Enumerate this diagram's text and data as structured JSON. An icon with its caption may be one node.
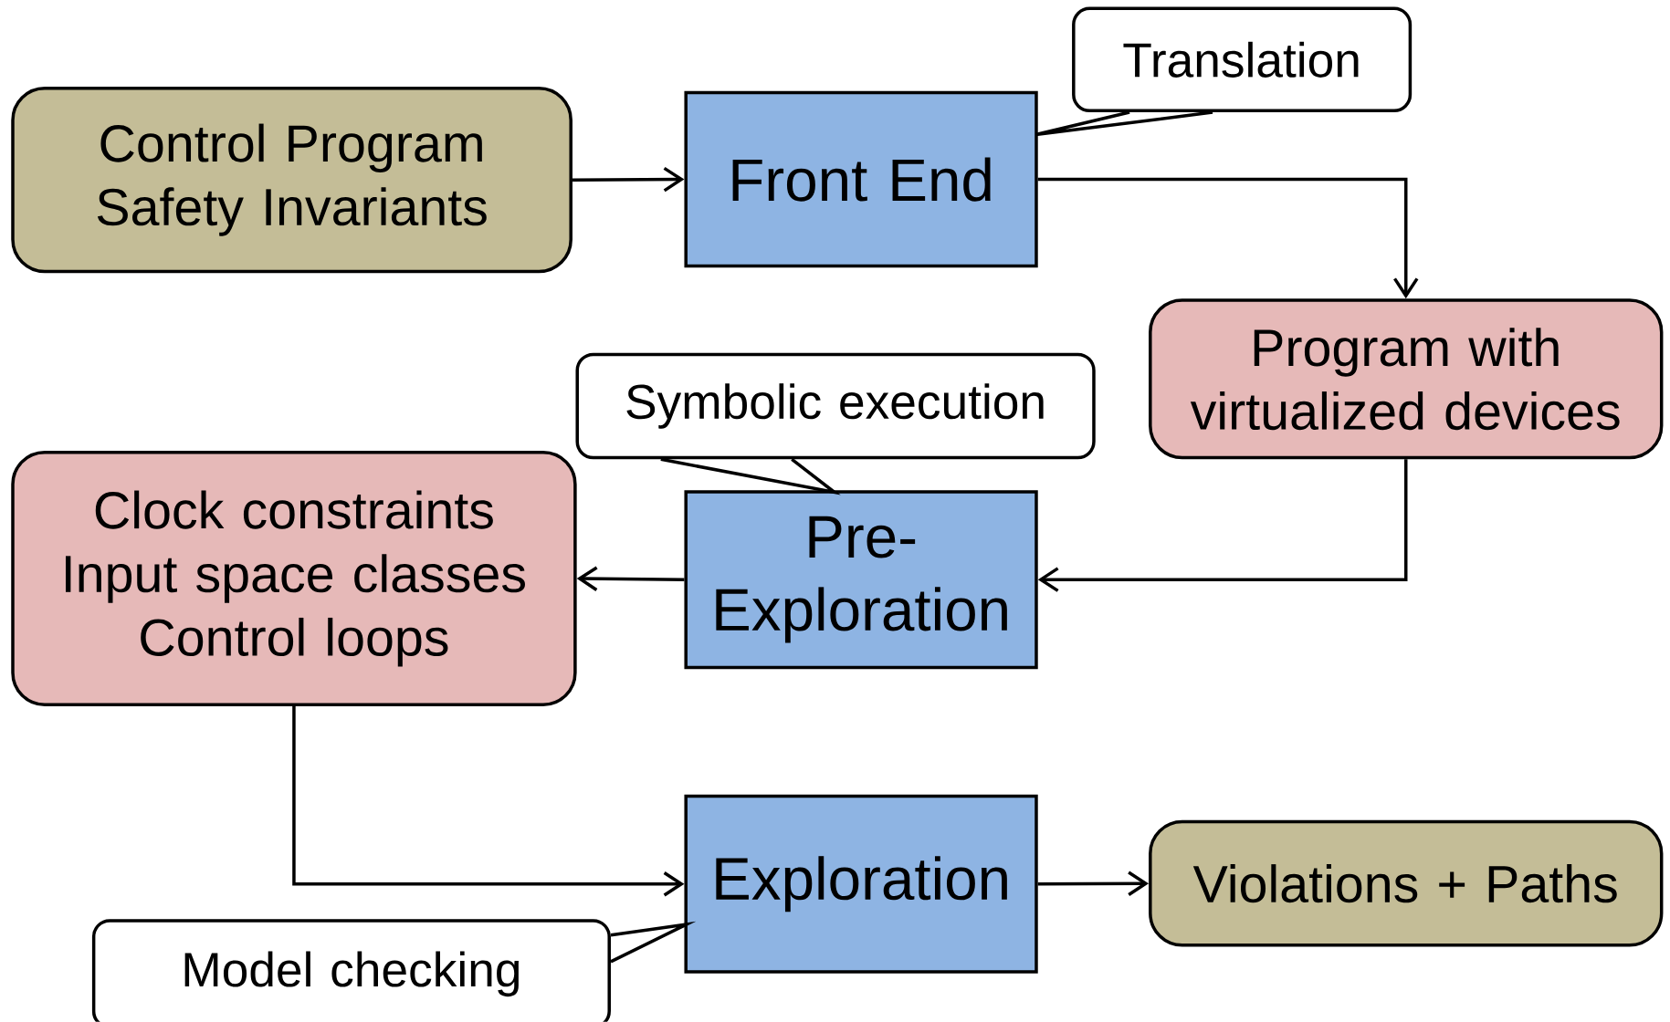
{
  "diagram": {
    "nodes": [
      {
        "text": [
          "Control Program",
          "Safety Invariants"
        ]
      },
      {
        "text": [
          "Front End"
        ]
      },
      {
        "text": [
          "Translation"
        ]
      },
      {
        "text": [
          "Program with virtualized devices"
        ]
      },
      {
        "text": [
          "Symbolic execution"
        ]
      },
      {
        "text": [
          "Clock constraints",
          "Input space classes",
          "Control loops"
        ]
      },
      {
        "text": [
          "Pre-Exploration"
        ]
      },
      {
        "text": [
          "Exploration"
        ]
      },
      {
        "text": [
          "Violations + Paths"
        ]
      },
      {
        "text": [
          "Model checking"
        ]
      }
    ],
    "edges": [
      {
        "from": 0,
        "to": 1,
        "arrow": "to"
      },
      {
        "from": 2,
        "to": 1,
        "arrow": "none"
      },
      {
        "from": 1,
        "to": 3,
        "arrow": "to"
      },
      {
        "from": 3,
        "to": 6,
        "arrow": "to"
      },
      {
        "from": 4,
        "to": 6,
        "arrow": "none"
      },
      {
        "from": 6,
        "to": 5,
        "arrow": "to"
      },
      {
        "from": 5,
        "to": 7,
        "arrow": "to"
      },
      {
        "from": 7,
        "to": 8,
        "arrow": "to"
      },
      {
        "from": 9,
        "to": 7,
        "arrow": "none"
      }
    ]
  }
}
